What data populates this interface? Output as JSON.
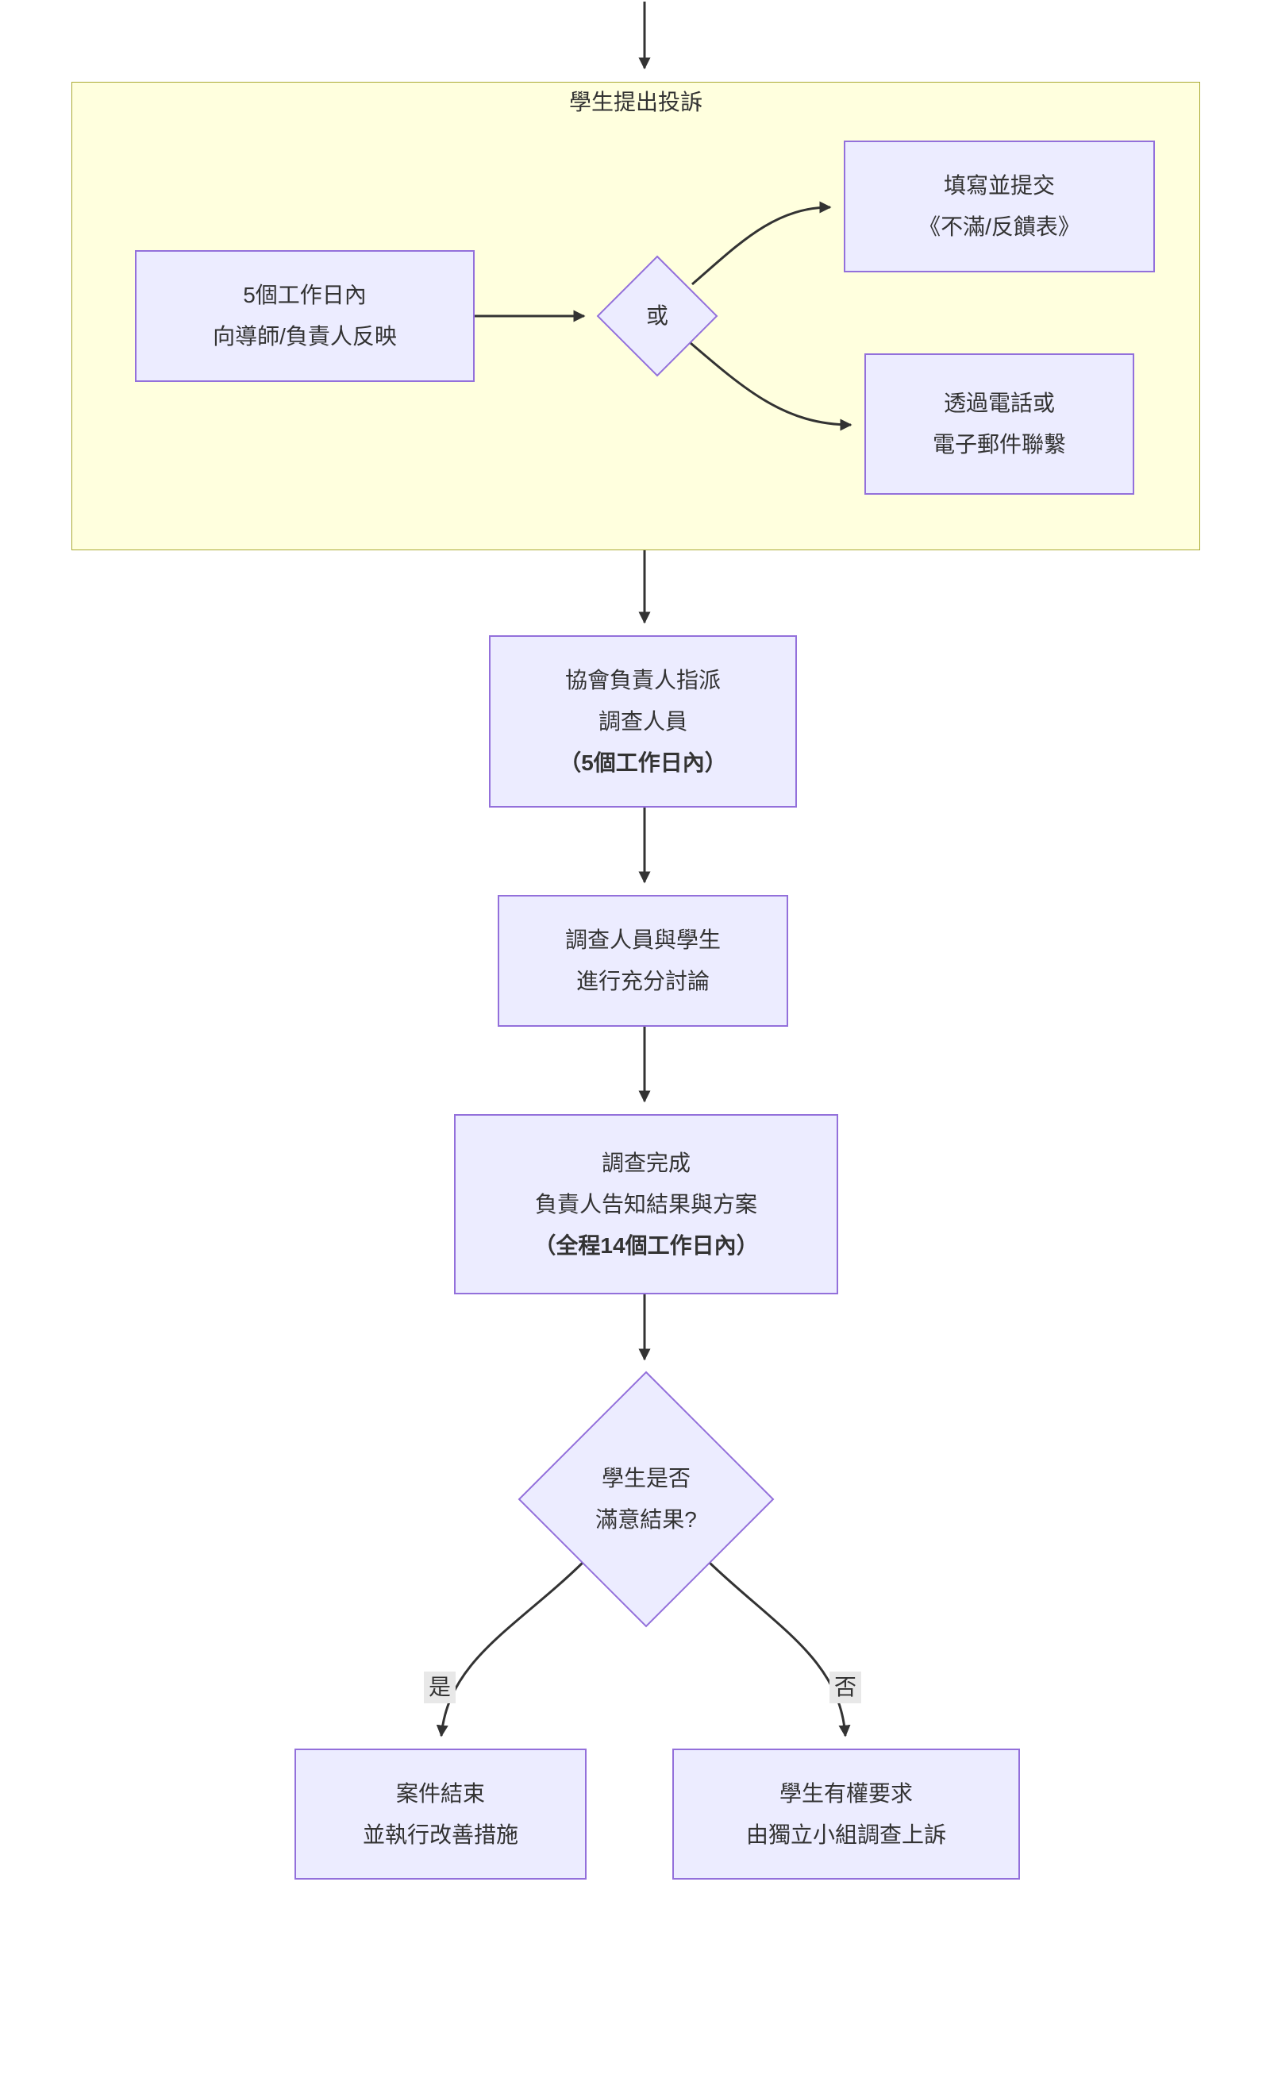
{
  "flowchart": {
    "subgraph": {
      "title": "學生提出投訴"
    },
    "nodes": {
      "report": {
        "lines": [
          "5個工作日內",
          "向導師/負責人反映"
        ]
      },
      "or": {
        "label": "或"
      },
      "form": {
        "lines": [
          "填寫並提交",
          "《不滿/反饋表》"
        ]
      },
      "contact": {
        "lines": [
          "透過電話或",
          "電子郵件聯繫"
        ]
      },
      "assign": {
        "lines": [
          "協會負責人指派",
          "調查人員"
        ],
        "emphasis": "（5個工作日內）"
      },
      "discuss": {
        "lines": [
          "調查人員與學生",
          "進行充分討論"
        ]
      },
      "complete": {
        "lines": [
          "調查完成",
          "負責人告知結果與方案"
        ],
        "emphasis": "（全程14個工作日內）"
      },
      "decision": {
        "lines": [
          "學生是否",
          "滿意結果?"
        ]
      },
      "closed": {
        "lines": [
          "案件結束",
          "並執行改善措施"
        ]
      },
      "appeal": {
        "lines": [
          "學生有權要求",
          "由獨立小組調查上訴"
        ]
      }
    },
    "edge_labels": {
      "yes": "是",
      "no": "否"
    },
    "colors": {
      "node_fill": "#ECECFF",
      "node_border": "#9370DB",
      "subgraph_fill": "#FFFFDE",
      "subgraph_border": "#AAAA33",
      "edge": "#333333",
      "text": "#333333",
      "edge_label_bg": "#E8E8E8"
    }
  }
}
